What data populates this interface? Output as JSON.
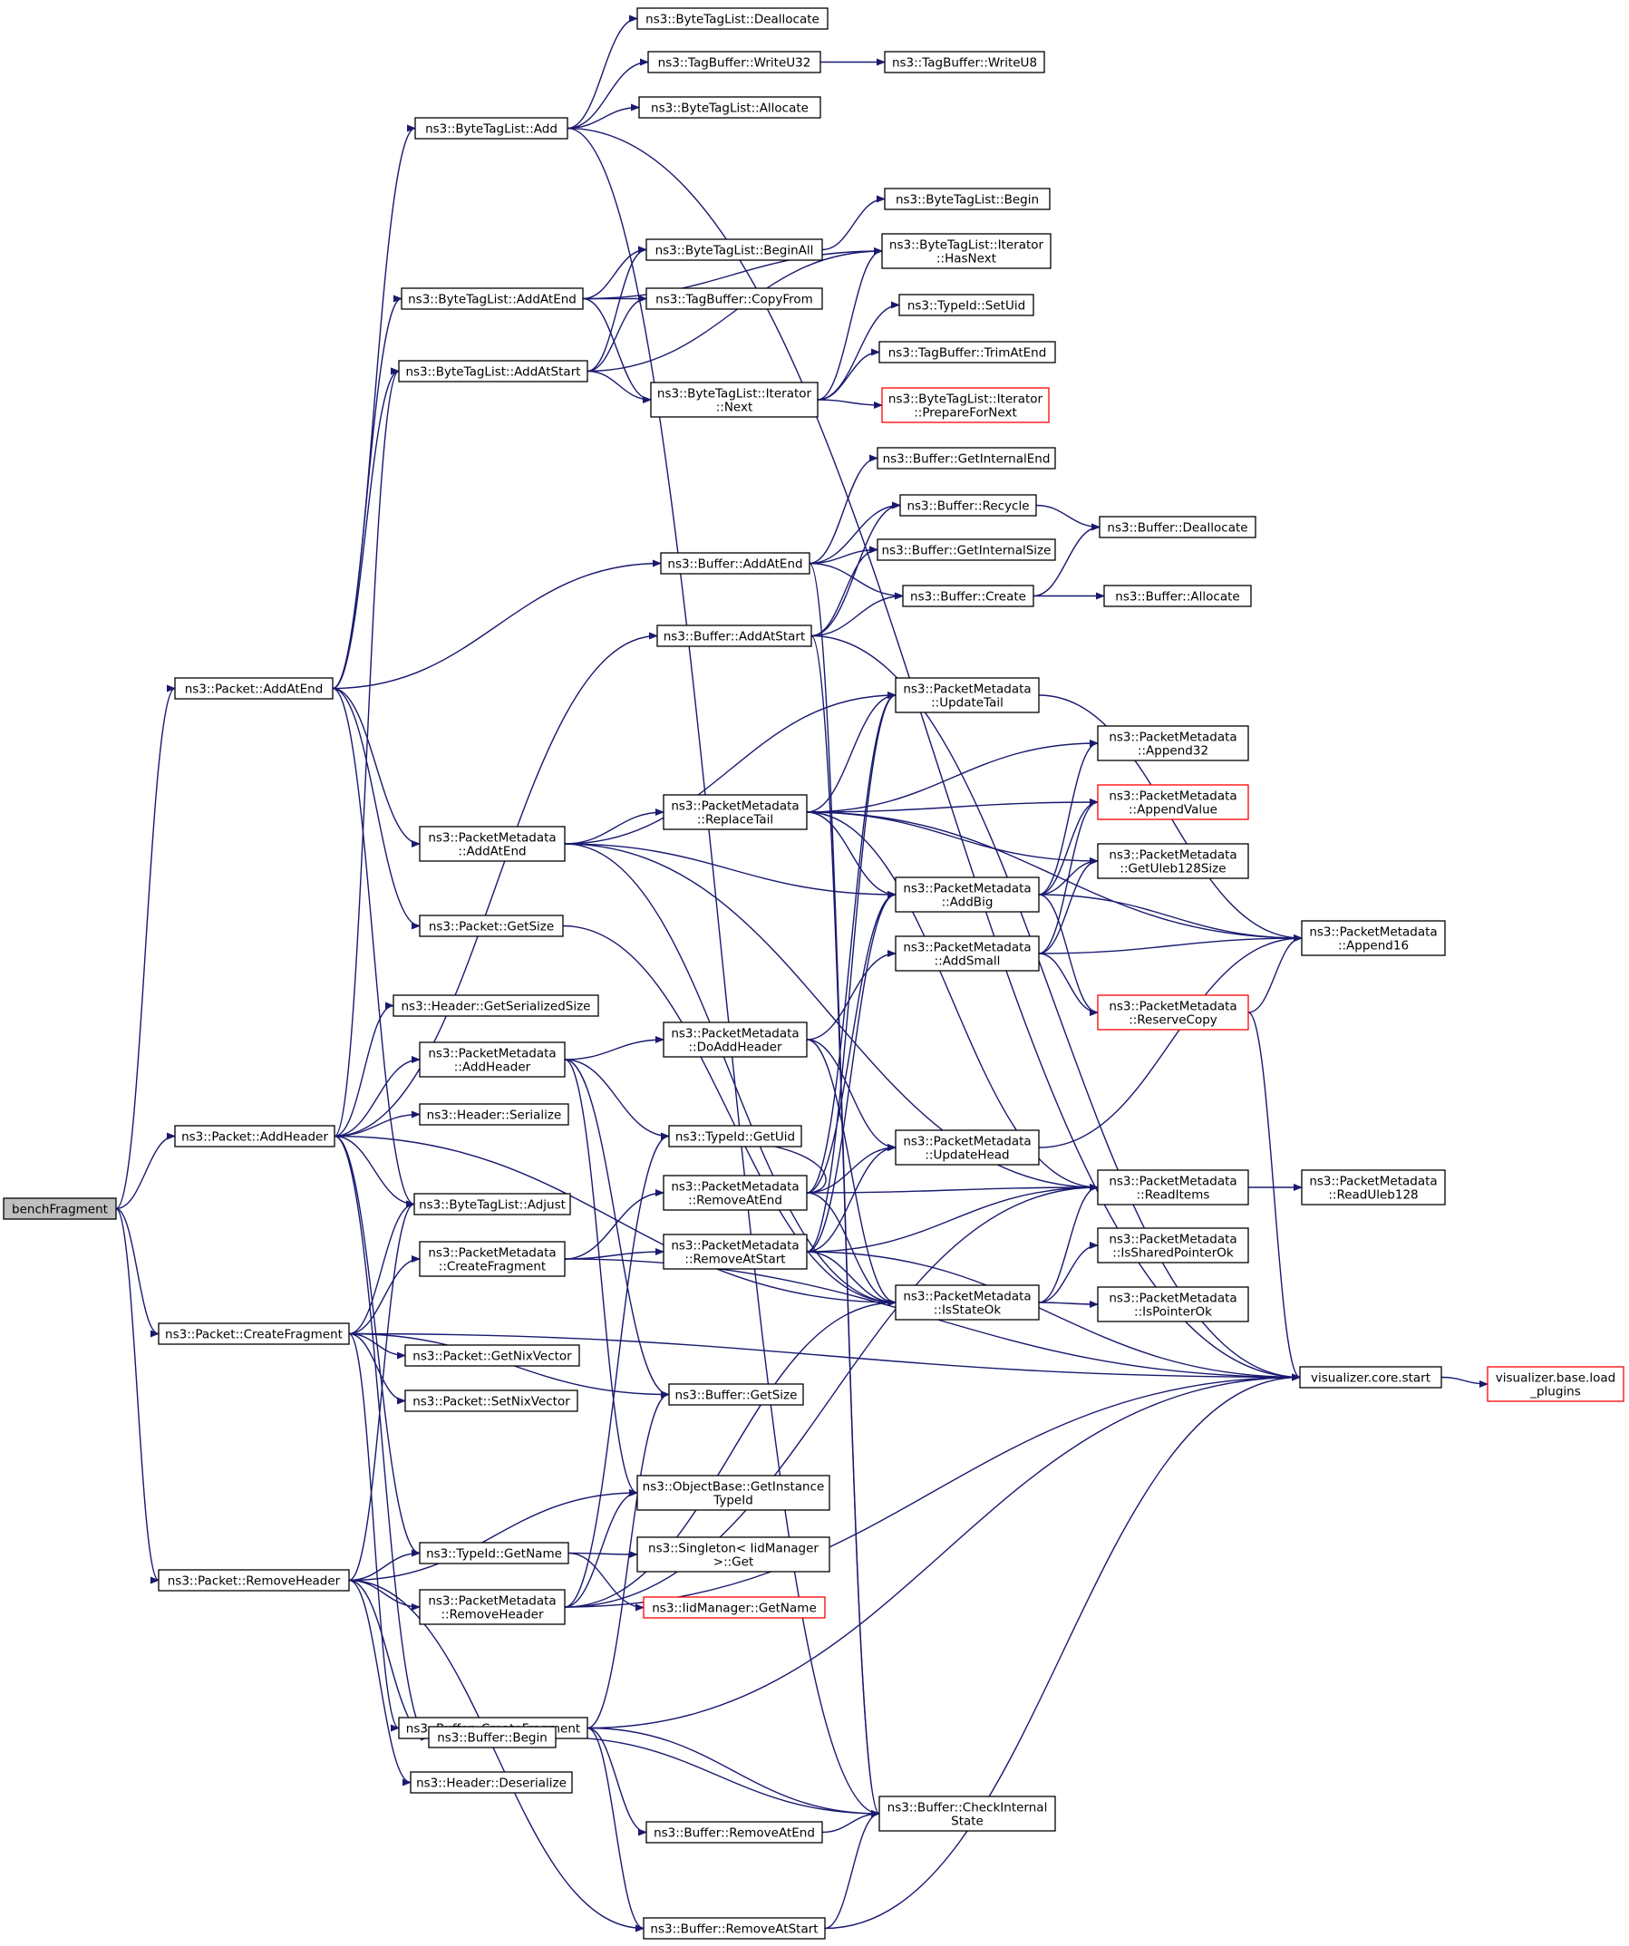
{
  "graph": {
    "nodes": [
      {
        "id": "benchFragment",
        "lines": [
          "benchFragment"
        ],
        "root": true
      },
      {
        "id": "Packet_AddAtEnd",
        "lines": [
          "ns3::Packet::AddAtEnd"
        ]
      },
      {
        "id": "Packet_AddHeader",
        "lines": [
          "ns3::Packet::AddHeader"
        ]
      },
      {
        "id": "Packet_CreateFragment",
        "lines": [
          "ns3::Packet::CreateFragment"
        ]
      },
      {
        "id": "Packet_RemoveHeader",
        "lines": [
          "ns3::Packet::RemoveHeader"
        ]
      },
      {
        "id": "BTL_Add",
        "lines": [
          "ns3::ByteTagList::Add"
        ]
      },
      {
        "id": "BTL_AddAtEnd",
        "lines": [
          "ns3::ByteTagList::AddAtEnd"
        ]
      },
      {
        "id": "BTL_AddAtStart",
        "lines": [
          "ns3::ByteTagList::AddAtStart"
        ]
      },
      {
        "id": "PM_AddAtEnd",
        "lines": [
          "ns3::PacketMetadata",
          "::AddAtEnd"
        ]
      },
      {
        "id": "Packet_GetSize",
        "lines": [
          "ns3::Packet::GetSize"
        ]
      },
      {
        "id": "Header_GetSerializedSize",
        "lines": [
          "ns3::Header::GetSerializedSize"
        ]
      },
      {
        "id": "PM_AddHeader",
        "lines": [
          "ns3::PacketMetadata",
          "::AddHeader"
        ]
      },
      {
        "id": "Header_Serialize",
        "lines": [
          "ns3::Header::Serialize"
        ]
      },
      {
        "id": "BTL_Adjust",
        "lines": [
          "ns3::ByteTagList::Adjust"
        ]
      },
      {
        "id": "PM_CreateFragment",
        "lines": [
          "ns3::PacketMetadata",
          "::CreateFragment"
        ]
      },
      {
        "id": "Packet_GetNixVector",
        "lines": [
          "ns3::Packet::GetNixVector"
        ]
      },
      {
        "id": "Packet_SetNixVector",
        "lines": [
          "ns3::Packet::SetNixVector"
        ]
      },
      {
        "id": "TypeId_GetName",
        "lines": [
          "ns3::TypeId::GetName"
        ]
      },
      {
        "id": "PM_RemoveHeader",
        "lines": [
          "ns3::PacketMetadata",
          "::RemoveHeader"
        ]
      },
      {
        "id": "Buffer_CreateFragment",
        "lines": [
          "ns3::Buffer::CreateFragment"
        ]
      },
      {
        "id": "Buffer_Begin",
        "lines": [
          "ns3::Buffer::Begin"
        ]
      },
      {
        "id": "Header_Deserialize",
        "lines": [
          "ns3::Header::Deserialize"
        ]
      },
      {
        "id": "BTL_Deallocate",
        "lines": [
          "ns3::ByteTagList::Deallocate"
        ]
      },
      {
        "id": "TB_WriteU32",
        "lines": [
          "ns3::TagBuffer::WriteU32"
        ]
      },
      {
        "id": "BTL_Allocate",
        "lines": [
          "ns3::ByteTagList::Allocate"
        ]
      },
      {
        "id": "BTL_BeginAll",
        "lines": [
          "ns3::ByteTagList::BeginAll"
        ]
      },
      {
        "id": "TB_CopyFrom",
        "lines": [
          "ns3::TagBuffer::CopyFrom"
        ]
      },
      {
        "id": "BTLI_Next",
        "lines": [
          "ns3::ByteTagList::Iterator",
          "::Next"
        ]
      },
      {
        "id": "Buffer_AddAtEnd",
        "lines": [
          "ns3::Buffer::AddAtEnd"
        ]
      },
      {
        "id": "Buffer_AddAtStart",
        "lines": [
          "ns3::Buffer::AddAtStart"
        ]
      },
      {
        "id": "PM_ReplaceTail",
        "lines": [
          "ns3::PacketMetadata",
          "::ReplaceTail"
        ]
      },
      {
        "id": "PM_DoAddHeader",
        "lines": [
          "ns3::PacketMetadata",
          "::DoAddHeader"
        ]
      },
      {
        "id": "TypeId_GetUid",
        "lines": [
          "ns3::TypeId::GetUid"
        ]
      },
      {
        "id": "PM_RemoveAtEnd",
        "lines": [
          "ns3::PacketMetadata",
          "::RemoveAtEnd"
        ]
      },
      {
        "id": "PM_RemoveAtStart",
        "lines": [
          "ns3::PacketMetadata",
          "::RemoveAtStart"
        ]
      },
      {
        "id": "Buffer_GetSize",
        "lines": [
          "ns3::Buffer::GetSize"
        ]
      },
      {
        "id": "OB_GetInstanceTypeId",
        "lines": [
          "ns3::ObjectBase::GetInstance",
          "TypeId"
        ]
      },
      {
        "id": "Singleton_Get",
        "lines": [
          "ns3::Singleton< IidManager",
          ">::Get"
        ]
      },
      {
        "id": "IidManager_GetName",
        "lines": [
          "ns3::IidManager::GetName"
        ],
        "red": true
      },
      {
        "id": "Buffer_RemoveAtEnd",
        "lines": [
          "ns3::Buffer::RemoveAtEnd"
        ]
      },
      {
        "id": "Buffer_RemoveAtStart",
        "lines": [
          "ns3::Buffer::RemoveAtStart"
        ]
      },
      {
        "id": "TB_WriteU8",
        "lines": [
          "ns3::TagBuffer::WriteU8"
        ]
      },
      {
        "id": "BTL_Begin",
        "lines": [
          "ns3::ByteTagList::Begin"
        ]
      },
      {
        "id": "BTLI_HasNext",
        "lines": [
          "ns3::ByteTagList::Iterator",
          "::HasNext"
        ]
      },
      {
        "id": "TypeId_SetUid",
        "lines": [
          "ns3::TypeId::SetUid"
        ]
      },
      {
        "id": "TB_TrimAtEnd",
        "lines": [
          "ns3::TagBuffer::TrimAtEnd"
        ]
      },
      {
        "id": "BTLI_PrepareForNext",
        "lines": [
          "ns3::ByteTagList::Iterator",
          "::PrepareForNext"
        ],
        "red": true
      },
      {
        "id": "Buffer_GetInternalEnd",
        "lines": [
          "ns3::Buffer::GetInternalEnd"
        ]
      },
      {
        "id": "Buffer_Recycle",
        "lines": [
          "ns3::Buffer::Recycle"
        ]
      },
      {
        "id": "Buffer_GetInternalSize",
        "lines": [
          "ns3::Buffer::GetInternalSize"
        ]
      },
      {
        "id": "Buffer_Create",
        "lines": [
          "ns3::Buffer::Create"
        ]
      },
      {
        "id": "PM_UpdateTail",
        "lines": [
          "ns3::PacketMetadata",
          "::UpdateTail"
        ]
      },
      {
        "id": "PM_AddBig",
        "lines": [
          "ns3::PacketMetadata",
          "::AddBig"
        ]
      },
      {
        "id": "PM_AddSmall",
        "lines": [
          "ns3::PacketMetadata",
          "::AddSmall"
        ]
      },
      {
        "id": "PM_UpdateHead",
        "lines": [
          "ns3::PacketMetadata",
          "::UpdateHead"
        ]
      },
      {
        "id": "PM_IsStateOk",
        "lines": [
          "ns3::PacketMetadata",
          "::IsStateOk"
        ]
      },
      {
        "id": "Buffer_CheckInternalState",
        "lines": [
          "ns3::Buffer::CheckInternal",
          "State"
        ]
      },
      {
        "id": "Buffer_Deallocate",
        "lines": [
          "ns3::Buffer::Deallocate"
        ]
      },
      {
        "id": "Buffer_Allocate",
        "lines": [
          "ns3::Buffer::Allocate"
        ]
      },
      {
        "id": "PM_Append32",
        "lines": [
          "ns3::PacketMetadata",
          "::Append32"
        ]
      },
      {
        "id": "PM_AppendValue",
        "lines": [
          "ns3::PacketMetadata",
          "::AppendValue"
        ],
        "red": true
      },
      {
        "id": "PM_GetUleb128Size",
        "lines": [
          "ns3::PacketMetadata",
          "::GetUleb128Size"
        ]
      },
      {
        "id": "PM_ReserveCopy",
        "lines": [
          "ns3::PacketMetadata",
          "::ReserveCopy"
        ],
        "red": true
      },
      {
        "id": "PM_ReadItems",
        "lines": [
          "ns3::PacketMetadata",
          "::ReadItems"
        ]
      },
      {
        "id": "PM_IsSharedPointerOk",
        "lines": [
          "ns3::PacketMetadata",
          "::IsSharedPointerOk"
        ]
      },
      {
        "id": "PM_IsPointerOk",
        "lines": [
          "ns3::PacketMetadata",
          "::IsPointerOk"
        ]
      },
      {
        "id": "PM_Append16",
        "lines": [
          "ns3::PacketMetadata",
          "::Append16"
        ]
      },
      {
        "id": "PM_ReadUleb128",
        "lines": [
          "ns3::PacketMetadata",
          "::ReadUleb128"
        ]
      },
      {
        "id": "viz_core_start",
        "lines": [
          "visualizer.core.start"
        ]
      },
      {
        "id": "viz_base_load_plugins",
        "lines": [
          "visualizer.base.load",
          "_plugins"
        ],
        "red": true
      }
    ],
    "edges": [
      [
        "benchFragment",
        "Packet_AddAtEnd"
      ],
      [
        "benchFragment",
        "Packet_AddHeader"
      ],
      [
        "benchFragment",
        "Packet_CreateFragment"
      ],
      [
        "benchFragment",
        "Packet_RemoveHeader"
      ],
      [
        "Packet_AddAtEnd",
        "BTL_Add"
      ],
      [
        "Packet_AddAtEnd",
        "BTL_AddAtEnd"
      ],
      [
        "Packet_AddAtEnd",
        "BTL_AddAtStart"
      ],
      [
        "Packet_AddAtEnd",
        "Buffer_AddAtEnd"
      ],
      [
        "Packet_AddAtEnd",
        "PM_AddAtEnd"
      ],
      [
        "Packet_AddAtEnd",
        "Packet_GetSize"
      ],
      [
        "Packet_AddAtEnd",
        "BTL_Adjust"
      ],
      [
        "Packet_AddHeader",
        "BTL_AddAtStart"
      ],
      [
        "Packet_AddHeader",
        "Buffer_AddAtStart"
      ],
      [
        "Packet_AddHeader",
        "Header_GetSerializedSize"
      ],
      [
        "Packet_AddHeader",
        "PM_AddHeader"
      ],
      [
        "Packet_AddHeader",
        "Header_Serialize"
      ],
      [
        "Packet_AddHeader",
        "BTL_Adjust"
      ],
      [
        "Packet_AddHeader",
        "PM_IsStateOk"
      ],
      [
        "Packet_AddHeader",
        "TypeId_GetName"
      ],
      [
        "Packet_AddHeader",
        "Buffer_Begin"
      ],
      [
        "Packet_CreateFragment",
        "BTL_Adjust"
      ],
      [
        "Packet_CreateFragment",
        "PM_CreateFragment"
      ],
      [
        "Packet_CreateFragment",
        "Packet_GetNixVector"
      ],
      [
        "Packet_CreateFragment",
        "Packet_SetNixVector"
      ],
      [
        "Packet_CreateFragment",
        "Buffer_GetSize"
      ],
      [
        "Packet_CreateFragment",
        "viz_core_start"
      ],
      [
        "Packet_CreateFragment",
        "Buffer_CreateFragment"
      ],
      [
        "Packet_RemoveHeader",
        "BTL_Adjust"
      ],
      [
        "Packet_RemoveHeader",
        "TypeId_GetName"
      ],
      [
        "Packet_RemoveHeader",
        "PM_RemoveHeader"
      ],
      [
        "Packet_RemoveHeader",
        "OB_GetInstanceTypeId"
      ],
      [
        "Packet_RemoveHeader",
        "Buffer_Begin"
      ],
      [
        "Packet_RemoveHeader",
        "Header_Deserialize"
      ],
      [
        "Packet_RemoveHeader",
        "Buffer_RemoveAtStart"
      ],
      [
        "BTL_Add",
        "BTL_Deallocate"
      ],
      [
        "BTL_Add",
        "TB_WriteU32"
      ],
      [
        "BTL_Add",
        "BTL_Allocate"
      ],
      [
        "BTL_Add",
        "viz_core_start"
      ],
      [
        "BTL_Add",
        "Buffer_CheckInternalState"
      ],
      [
        "TB_WriteU32",
        "TB_WriteU8"
      ],
      [
        "BTL_AddAtEnd",
        "BTL_BeginAll"
      ],
      [
        "BTL_AddAtEnd",
        "TB_CopyFrom"
      ],
      [
        "BTL_AddAtEnd",
        "BTLI_Next"
      ],
      [
        "BTL_AddAtEnd",
        "BTLI_HasNext"
      ],
      [
        "BTL_AddAtStart",
        "BTL_BeginAll"
      ],
      [
        "BTL_AddAtStart",
        "TB_CopyFrom"
      ],
      [
        "BTL_AddAtStart",
        "BTLI_Next"
      ],
      [
        "BTL_AddAtStart",
        "BTLI_HasNext"
      ],
      [
        "BTL_BeginAll",
        "BTL_Begin"
      ],
      [
        "BTLI_Next",
        "BTLI_HasNext"
      ],
      [
        "BTLI_Next",
        "TypeId_SetUid"
      ],
      [
        "BTLI_Next",
        "TB_TrimAtEnd"
      ],
      [
        "BTLI_Next",
        "BTLI_PrepareForNext"
      ],
      [
        "Buffer_AddAtEnd",
        "Buffer_GetInternalEnd"
      ],
      [
        "Buffer_AddAtEnd",
        "Buffer_Recycle"
      ],
      [
        "Buffer_AddAtEnd",
        "Buffer_GetInternalSize"
      ],
      [
        "Buffer_AddAtEnd",
        "Buffer_Create"
      ],
      [
        "Buffer_AddAtEnd",
        "Buffer_CheckInternalState"
      ],
      [
        "Buffer_AddAtStart",
        "Buffer_Recycle"
      ],
      [
        "Buffer_AddAtStart",
        "Buffer_GetInternalSize"
      ],
      [
        "Buffer_AddAtStart",
        "Buffer_Create"
      ],
      [
        "Buffer_AddAtStart",
        "Buffer_CheckInternalState"
      ],
      [
        "Buffer_AddAtStart",
        "viz_core_start"
      ],
      [
        "Buffer_Recycle",
        "Buffer_Deallocate"
      ],
      [
        "Buffer_Create",
        "Buffer_Deallocate"
      ],
      [
        "Buffer_Create",
        "Buffer_Allocate"
      ],
      [
        "PM_AddAtEnd",
        "PM_ReplaceTail"
      ],
      [
        "PM_AddAtEnd",
        "PM_UpdateTail"
      ],
      [
        "PM_AddAtEnd",
        "PM_AddBig"
      ],
      [
        "PM_AddAtEnd",
        "PM_ReadItems"
      ],
      [
        "PM_AddAtEnd",
        "PM_IsStateOk"
      ],
      [
        "PM_ReplaceTail",
        "PM_UpdateTail"
      ],
      [
        "PM_ReplaceTail",
        "PM_Append32"
      ],
      [
        "PM_ReplaceTail",
        "PM_AppendValue"
      ],
      [
        "PM_ReplaceTail",
        "PM_GetUleb128Size"
      ],
      [
        "PM_ReplaceTail",
        "PM_AddBig"
      ],
      [
        "PM_ReplaceTail",
        "PM_Append16"
      ],
      [
        "PM_ReplaceTail",
        "PM_ReadItems"
      ],
      [
        "PM_UpdateTail",
        "PM_Append16"
      ],
      [
        "PM_AddBig",
        "PM_Append32"
      ],
      [
        "PM_AddBig",
        "PM_AppendValue"
      ],
      [
        "PM_AddBig",
        "PM_GetUleb128Size"
      ],
      [
        "PM_AddBig",
        "PM_Append16"
      ],
      [
        "PM_AddBig",
        "PM_ReserveCopy"
      ],
      [
        "PM_AddSmall",
        "PM_AppendValue"
      ],
      [
        "PM_AddSmall",
        "PM_GetUleb128Size"
      ],
      [
        "PM_AddSmall",
        "PM_Append16"
      ],
      [
        "PM_AddSmall",
        "PM_ReserveCopy"
      ],
      [
        "PM_ReserveCopy",
        "PM_Append16"
      ],
      [
        "PM_ReserveCopy",
        "viz_core_start"
      ],
      [
        "Packet_GetSize",
        "PM_IsStateOk"
      ],
      [
        "PM_AddHeader",
        "PM_DoAddHeader"
      ],
      [
        "PM_AddHeader",
        "TypeId_GetUid"
      ],
      [
        "PM_AddHeader",
        "OB_GetInstanceTypeId"
      ],
      [
        "PM_AddHeader",
        "Buffer_GetSize"
      ],
      [
        "PM_DoAddHeader",
        "PM_AddSmall"
      ],
      [
        "PM_DoAddHeader",
        "PM_UpdateHead"
      ],
      [
        "PM_DoAddHeader",
        "PM_IsStateOk"
      ],
      [
        "PM_UpdateHead",
        "PM_Append16"
      ],
      [
        "PM_CreateFragment",
        "PM_RemoveAtEnd"
      ],
      [
        "PM_CreateFragment",
        "PM_RemoveAtStart"
      ],
      [
        "PM_CreateFragment",
        "viz_core_start"
      ],
      [
        "PM_RemoveAtEnd",
        "PM_UpdateTail"
      ],
      [
        "PM_RemoveAtEnd",
        "PM_AddBig"
      ],
      [
        "PM_RemoveAtEnd",
        "PM_UpdateHead"
      ],
      [
        "PM_RemoveAtEnd",
        "PM_ReadItems"
      ],
      [
        "PM_RemoveAtEnd",
        "PM_IsStateOk"
      ],
      [
        "PM_RemoveAtEnd",
        "TypeId_GetUid"
      ],
      [
        "PM_RemoveAtStart",
        "PM_UpdateTail"
      ],
      [
        "PM_RemoveAtStart",
        "PM_AddBig"
      ],
      [
        "PM_RemoveAtStart",
        "PM_UpdateHead"
      ],
      [
        "PM_RemoveAtStart",
        "PM_ReadItems"
      ],
      [
        "PM_RemoveAtStart",
        "PM_IsStateOk"
      ],
      [
        "PM_RemoveAtStart",
        "viz_core_start"
      ],
      [
        "PM_IsStateOk",
        "PM_ReadItems"
      ],
      [
        "PM_IsStateOk",
        "PM_IsSharedPointerOk"
      ],
      [
        "PM_IsStateOk",
        "PM_IsPointerOk"
      ],
      [
        "PM_ReadItems",
        "PM_ReadUleb128"
      ],
      [
        "viz_core_start",
        "viz_base_load_plugins"
      ],
      [
        "TypeId_GetName",
        "Singleton_Get"
      ],
      [
        "TypeId_GetName",
        "IidManager_GetName"
      ],
      [
        "PM_RemoveHeader",
        "TypeId_GetUid"
      ],
      [
        "PM_RemoveHeader",
        "OB_GetInstanceTypeId"
      ],
      [
        "PM_RemoveHeader",
        "PM_IsStateOk"
      ],
      [
        "PM_RemoveHeader",
        "PM_ReadItems"
      ],
      [
        "PM_RemoveHeader",
        "viz_core_start"
      ],
      [
        "Buffer_CreateFragment",
        "Buffer_GetSize"
      ],
      [
        "Buffer_CreateFragment",
        "Buffer_CheckInternalState"
      ],
      [
        "Buffer_CreateFragment",
        "Buffer_RemoveAtEnd"
      ],
      [
        "Buffer_CreateFragment",
        "Buffer_RemoveAtStart"
      ],
      [
        "Buffer_CreateFragment",
        "viz_core_start"
      ],
      [
        "Buffer_Begin",
        "Buffer_CheckInternalState"
      ],
      [
        "Buffer_RemoveAtEnd",
        "Buffer_CheckInternalState"
      ],
      [
        "Buffer_RemoveAtStart",
        "Buffer_CheckInternalState"
      ],
      [
        "Buffer_RemoveAtStart",
        "viz_core_start"
      ]
    ]
  },
  "colors": {
    "edge": "#191970",
    "border": "#000000",
    "red_border": "#ff0000",
    "root_fill": "#bfbfbf",
    "background": "#ffffff"
  }
}
